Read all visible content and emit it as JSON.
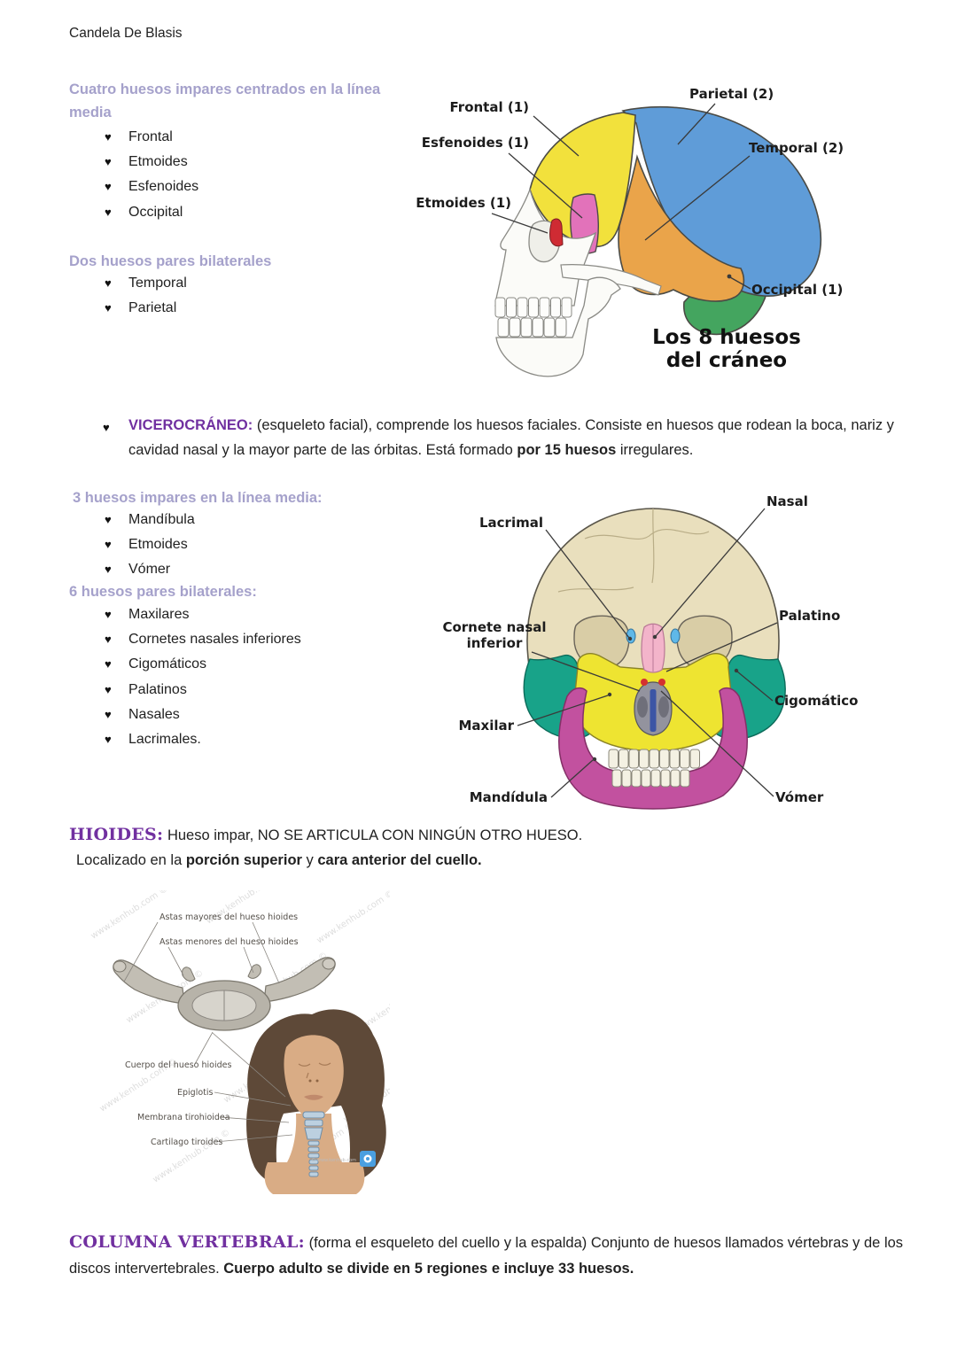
{
  "glyphs": {
    "heart": "♥"
  },
  "accent_colors": {
    "lavender_heading": "#a5a1cb",
    "purple_term": "#7030a0"
  },
  "page": {
    "author": "Candela De Blasis"
  },
  "neurocranio": {
    "heading1": "Cuatro huesos impares centrados en la línea media",
    "list1": [
      "Frontal",
      "Etmoides",
      "Esfenoides",
      "Occipital"
    ],
    "heading2": "Dos huesos pares bilaterales",
    "list2": [
      "Temporal",
      "Parietal"
    ]
  },
  "skull_lateral": {
    "labels": {
      "frontal": "Frontal (1)",
      "esfenoides": "Esfenoides (1)",
      "etmoides": "Etmoides (1)",
      "parietal": "Parietal (2)",
      "temporal": "Temporal (2)",
      "occipital": "Occipital (1)"
    },
    "caption_1": "Los 8 huesos",
    "caption_2": "del cráneo",
    "region_colors": {
      "frontal": "#f2e13c",
      "parietal": "#5f9cd8",
      "temporal": "#eaa44a",
      "occipital": "#44a55f",
      "esfenoides": "#e272ba",
      "etmoides": "#cf2b33"
    }
  },
  "viscerocraneo": {
    "term": "VICEROCRÁNEO:",
    "text_a": " (esqueleto facial), comprende los huesos faciales. Consiste en huesos que rodean la boca, nariz y cavidad nasal y la mayor parte de las órbitas. Está formado ",
    "bold_a": "por 15 huesos",
    "text_b": " irregulares.",
    "heading_impares": "3 huesos impares en la línea media:",
    "list_impares": [
      "Mandíbula",
      "Etmoides",
      "Vómer"
    ],
    "heading_pares": "6 huesos pares bilaterales:",
    "list_pares": [
      "Maxilares",
      "Cornetes nasales inferiores",
      "Cigomáticos",
      "Palatinos",
      "Nasales",
      "Lacrimales."
    ]
  },
  "skull_front": {
    "labels": {
      "nasal": "Nasal",
      "lacrimal": "Lacrimal",
      "palatino": "Palatino",
      "cornete_1": "Cornete nasal",
      "cornete_2": "inferior",
      "cigomatico": "Cigomático",
      "maxilar": "Maxilar",
      "mandibula": "Mandídula",
      "vomer": "Vómer"
    },
    "region_colors": {
      "craneo": "#e9dfbd",
      "cigomatico": "#18a389",
      "maxilar": "#eee431",
      "mandibula": "#c2519f",
      "nasal": "#f3b4ca",
      "lacrimal": "#5fb8e8",
      "vomer": "#3c55a5",
      "palatino_rojo": "#d4312f"
    }
  },
  "hioides": {
    "term": "HIOIDES:",
    "text_a": " Hueso impar, NO SE ARTICULA CON NINGÚN OTRO HUESO.",
    "line2_a": "Localizado en la ",
    "line2_b": "porción superior",
    "line2_c": " y ",
    "line2_d": "cara anterior del cuello.",
    "figure": {
      "label_astas_mayores": "Astas mayores del hueso hioides",
      "label_astas_menores": "Astas menores del hueso hioides",
      "label_cuerpo": "Cuerpo del hueso hioides",
      "label_epiglotis": "Epiglotis",
      "label_membrana": "Membrana tirohioidea",
      "label_cartilago": "Cartilago tiroides",
      "watermark": "www.kenhub.com ©",
      "credit": "© www.kenhub.com"
    }
  },
  "columna": {
    "term": "COLUMNA VERTEBRAL:",
    "text_a": " (forma el esqueleto del cuello y la espalda) Conjunto de huesos llamados vértebras y de los discos intervertebrales. ",
    "bold_a": "Cuerpo adulto se divide en 5 regiones e incluye 33 huesos."
  }
}
